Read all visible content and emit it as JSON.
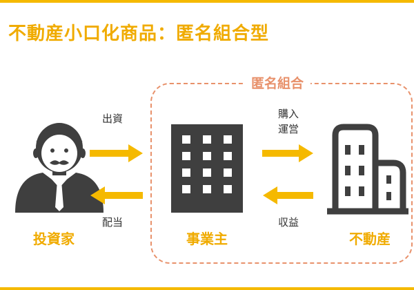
{
  "title": "不動産小口化商品：匿名組合型",
  "group": {
    "label": "匿名組合"
  },
  "nodes": {
    "investor": {
      "label": "投資家",
      "icon": "investor-person-icon"
    },
    "operator": {
      "label": "事業主",
      "icon": "office-building-icon"
    },
    "property": {
      "label": "不動産",
      "icon": "real-estate-buildings-icon"
    }
  },
  "flows": {
    "investment": "出資",
    "dividend": "配当",
    "purchase_line1": "購入",
    "purchase_line2": "運営",
    "income": "収益"
  },
  "colors": {
    "accent": "#f5b900",
    "title": "#f0ab00",
    "group_border": "#e8916b",
    "icon": "#3f3f3f"
  }
}
